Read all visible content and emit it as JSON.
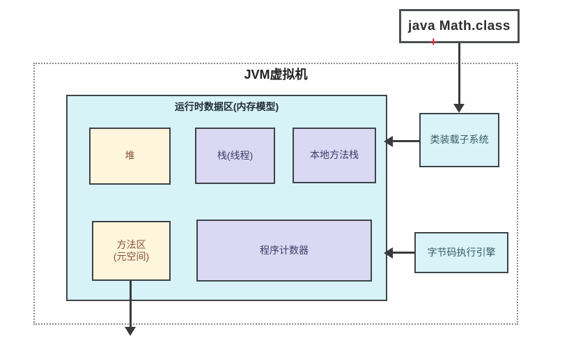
{
  "diagram": {
    "outer_title": "JVM虚拟机",
    "class_file_label": "java Math.class",
    "plus_marker": "+",
    "runtime_area_title": "运行时数据区(内存模型)",
    "heap_label": "堆",
    "stack_label": "栈(线程)",
    "native_stack_label": "本地方法栈",
    "method_area_line1": "方法区",
    "method_area_line2": "(元空间)",
    "program_counter_label": "程序计数器",
    "class_loader_label": "类装载子系统",
    "execution_engine_label": "字节码执行引擎"
  },
  "colors": {
    "runtime_fill": "#d7f3f8",
    "subsystem_fill": "#d9f3f9",
    "heap_fill": "#fdf6dc",
    "thread_box_fill": "#dbd8f3",
    "box_border": "#3d4347",
    "arrow": "#3a3a3a",
    "dashed_border": "#888888",
    "plus_marker_red": "#cc3333"
  }
}
